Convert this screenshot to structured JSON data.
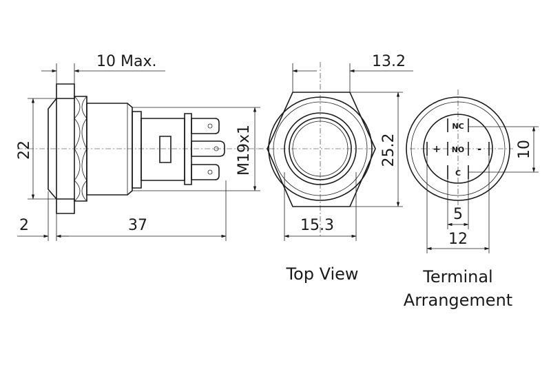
{
  "dimensions": {
    "max_length": "10 Max.",
    "height": "22",
    "flange": "2",
    "body_length": "37",
    "thread": "M19x1",
    "hex_width": "13.2",
    "hex_across": "25.2",
    "inner_diameter": "15.3",
    "terminal_spacing": "10",
    "terminal_5": "5",
    "terminal_12": "12"
  },
  "captions": {
    "top_view": "Top View",
    "terminal_line1": "Terminal",
    "terminal_line2": "Arrangement"
  },
  "terminals": {
    "nc": "NC",
    "no": "NO",
    "c": "C",
    "plus": "+",
    "minus": "-"
  }
}
